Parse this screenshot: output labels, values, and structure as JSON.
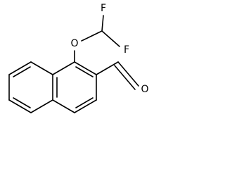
{
  "molecule": {
    "atoms": {
      "fluorine_top": "F",
      "fluorine_right": "F",
      "ether_oxygen": "O",
      "aldehyde_oxygen": "O"
    }
  },
  "colors": {
    "bond": "#000000",
    "label": "#000000",
    "background": "#ffffff"
  }
}
